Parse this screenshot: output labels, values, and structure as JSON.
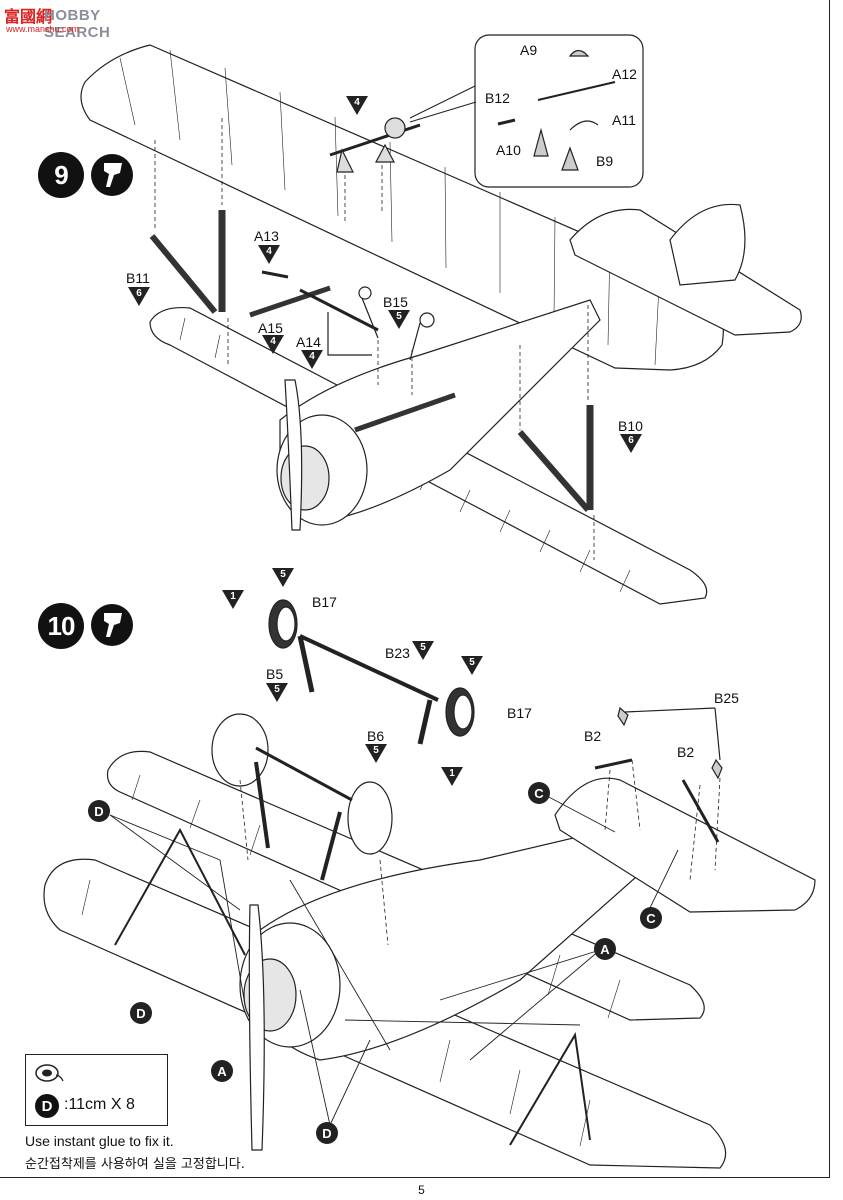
{
  "watermark": {
    "cn": "富國網",
    "en": "HOBBY SEARCH",
    "url": "www.manshu.com"
  },
  "steps": [
    {
      "number": "9",
      "tool_icon": "glue-icon"
    },
    {
      "number": "10",
      "tool_icon": "glue-icon"
    }
  ],
  "step9": {
    "detail_labels": {
      "a9": "A9",
      "a12": "A12",
      "b12": "B12",
      "a11": "A11",
      "a10": "A10",
      "b9": "B9"
    },
    "callout_4": "4",
    "parts": {
      "a13": {
        "label": "A13",
        "qty": "4"
      },
      "a15": {
        "label": "A15",
        "qty": "4"
      },
      "a14": {
        "label": "A14",
        "qty": "4"
      },
      "b15": {
        "label": "B15",
        "qty": "5"
      },
      "b11": {
        "label": "B11",
        "qty": "6"
      },
      "b10": {
        "label": "B10",
        "qty": "6"
      }
    }
  },
  "step10": {
    "parts": {
      "b17_left": {
        "label": "B17",
        "qty": "5",
        "side": "1"
      },
      "b23": {
        "label": "B23",
        "qty": "5"
      },
      "b5": {
        "label": "B5",
        "qty": "5"
      },
      "b17_right": {
        "label": "B17",
        "qty": "5",
        "side": "1"
      },
      "b6": {
        "label": "B6",
        "qty": "5"
      },
      "b25": {
        "label": "B25"
      },
      "b2_left": {
        "label": "B2"
      },
      "b2_right": {
        "label": "B2"
      }
    },
    "rigging": {
      "c": "C",
      "d": "D",
      "a": "A"
    }
  },
  "note": {
    "letter": "D",
    "text": ":11cm  X 8",
    "icon": "thread-spool-icon"
  },
  "instructions": {
    "english": "Use instant glue to fix it.",
    "korean": "순간접착제를 사용하여 실을 고정합니다."
  },
  "page_number": "5"
}
